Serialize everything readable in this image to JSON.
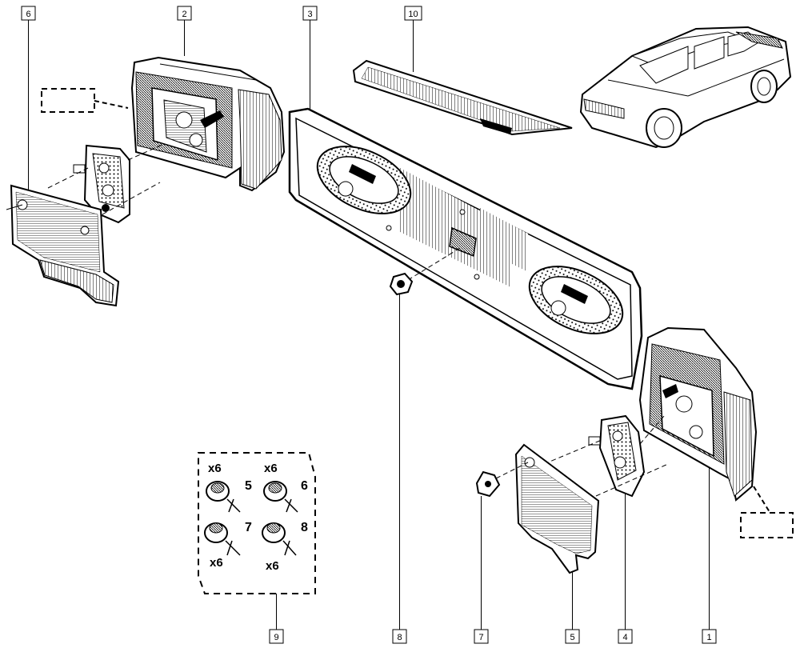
{
  "diagram": {
    "callouts": [
      "6",
      "2",
      "3",
      "10",
      "9",
      "8",
      "7",
      "5",
      "4",
      "1"
    ],
    "kit": {
      "quantity": "x6",
      "item_numbers": [
        "5",
        "6",
        "7",
        "8"
      ]
    }
  }
}
